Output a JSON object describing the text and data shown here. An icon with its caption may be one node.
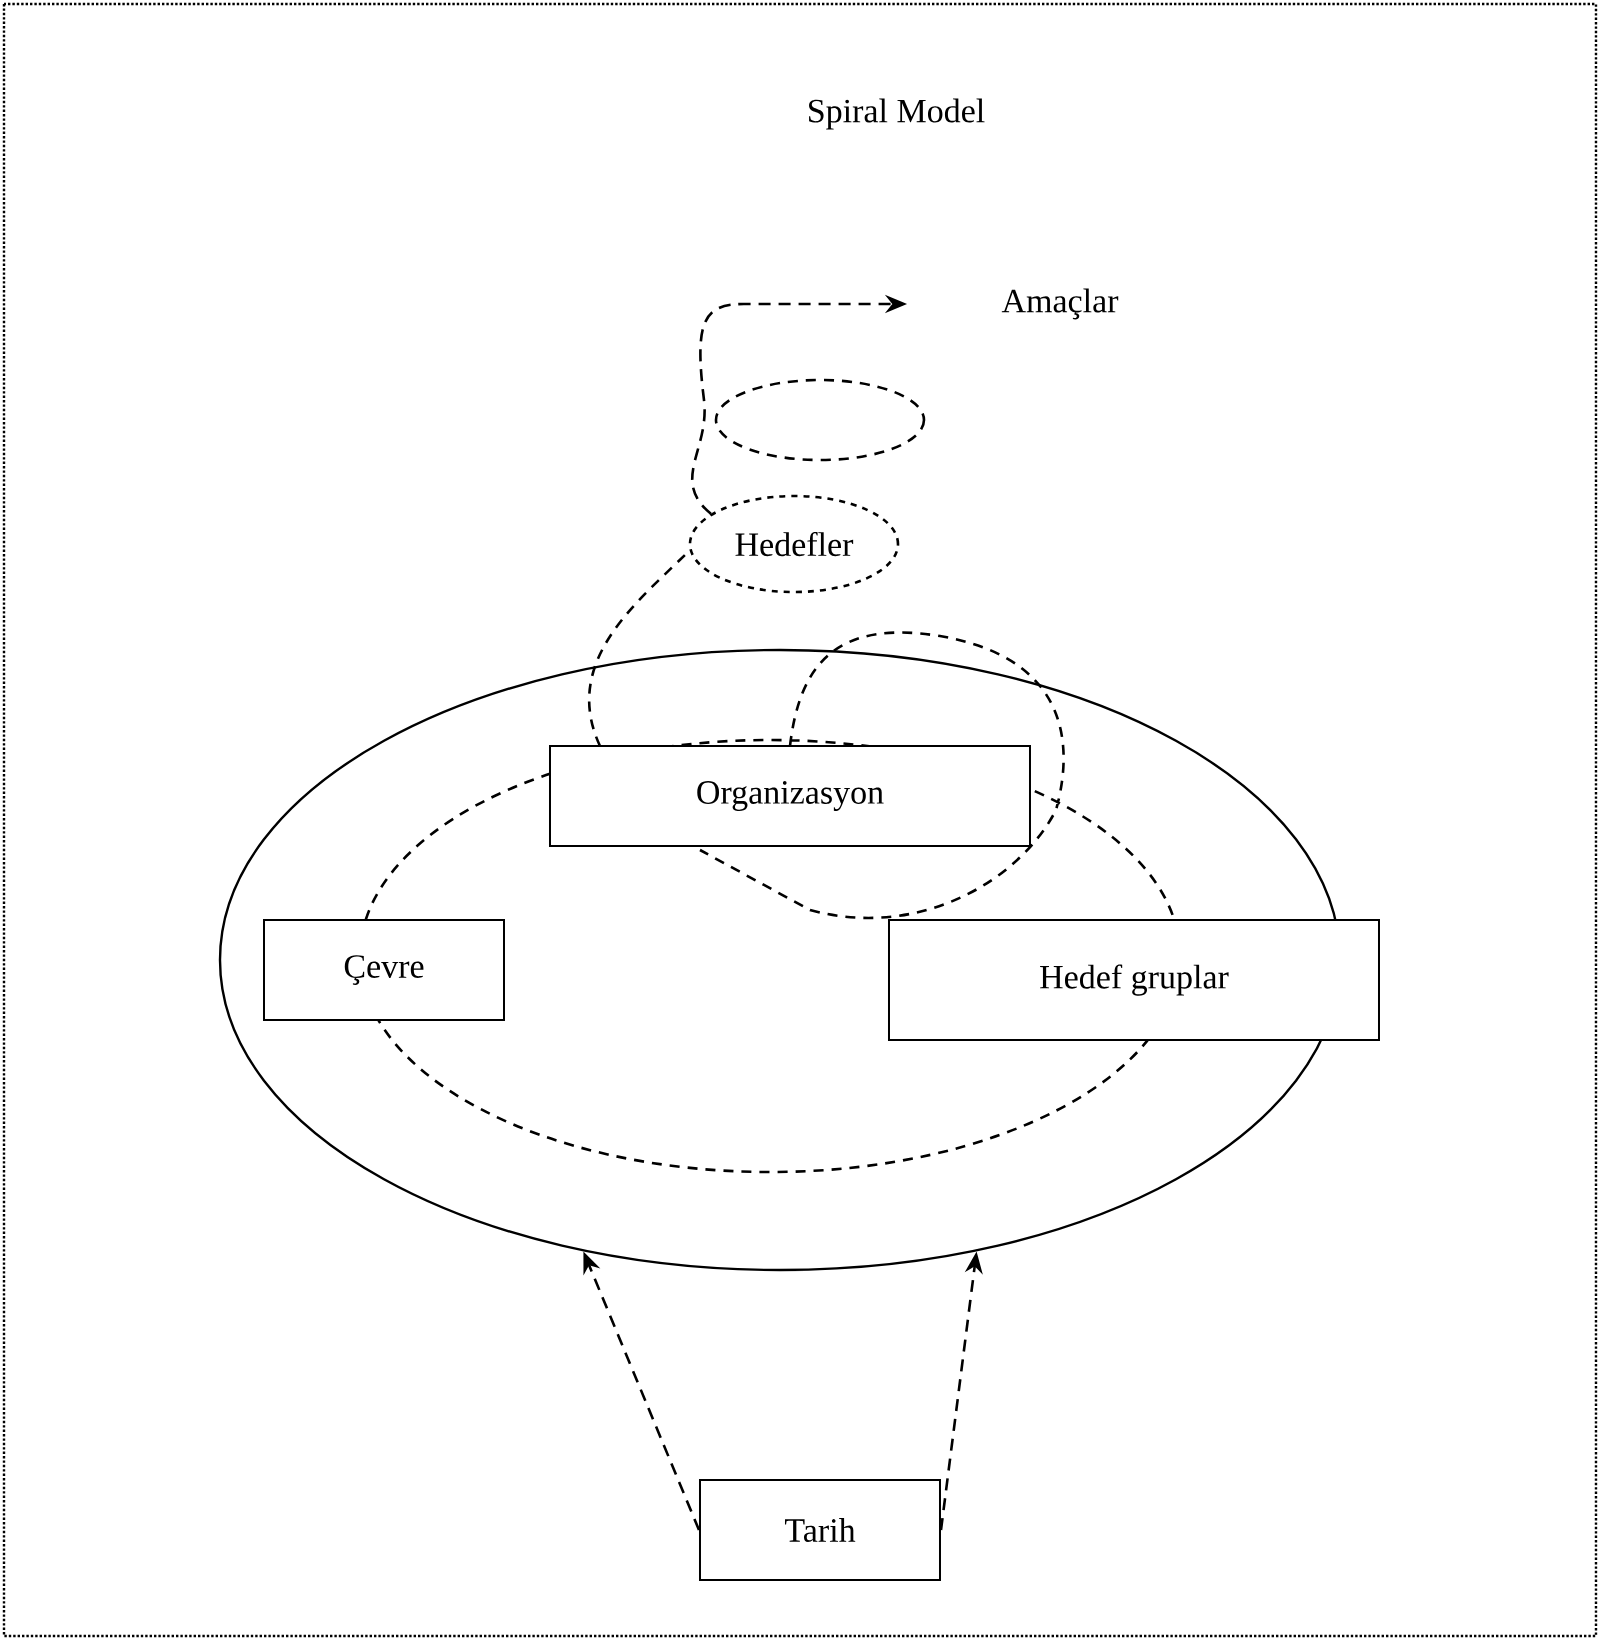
{
  "diagram": {
    "title": "Spiral Model",
    "nodes": [
      {
        "text": [],
        "shape": "ellipse"
      },
      {
        "text": [
          "Organizasyon"
        ],
        "in": 0
      },
      {
        "text": [
          "Çevre"
        ],
        "in": 0
      },
      {
        "text": [
          "Hedef gruplar"
        ],
        "in": 0
      },
      {
        "text": [
          "Tarih"
        ]
      },
      {
        "text": [
          "Hedefler"
        ]
      },
      {
        "text": [
          "Amaçlar"
        ]
      }
    ],
    "edges": [
      {
        "from": 4,
        "to": 0,
        "arrow": "to",
        "style": "dashed"
      },
      {
        "from": 4,
        "to": 0,
        "arrow": "to",
        "style": "dashed"
      },
      {
        "from": 5,
        "to": 6,
        "arrow": "to",
        "style": "dashed"
      }
    ]
  }
}
